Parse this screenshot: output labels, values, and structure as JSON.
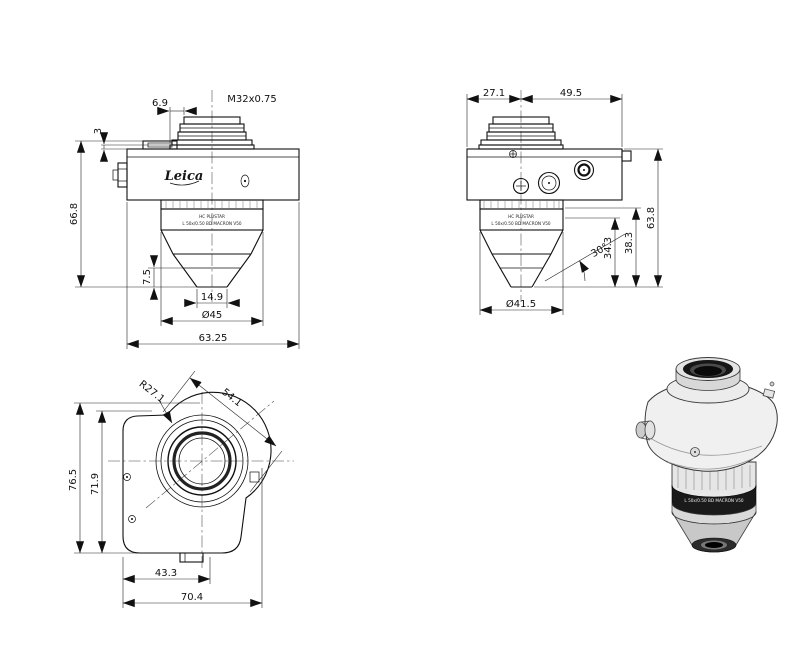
{
  "drawing": {
    "brand": "Leica",
    "objective": {
      "line1": "HC PLUSTAR",
      "line2": "L 50x/0.50 BD MACRON V50"
    },
    "front": {
      "t69": "6.9",
      "thread": "M32x0.75",
      "t3": "3",
      "t668": "66.8",
      "t75": "7.5",
      "t149": "14.9",
      "t45": "Ø45",
      "t6325": "63.25"
    },
    "side": {
      "t271": "27.1",
      "t495": "49.5",
      "t638": "63.8",
      "t383": "38.3",
      "t343": "34.3",
      "t30": "30°",
      "t415": "Ø41.5"
    },
    "bottom": {
      "r271": "R27.1",
      "t541": "54.1",
      "t765": "76.5",
      "t719": "71.9",
      "t433": "43.3",
      "t704": "70.4"
    }
  }
}
